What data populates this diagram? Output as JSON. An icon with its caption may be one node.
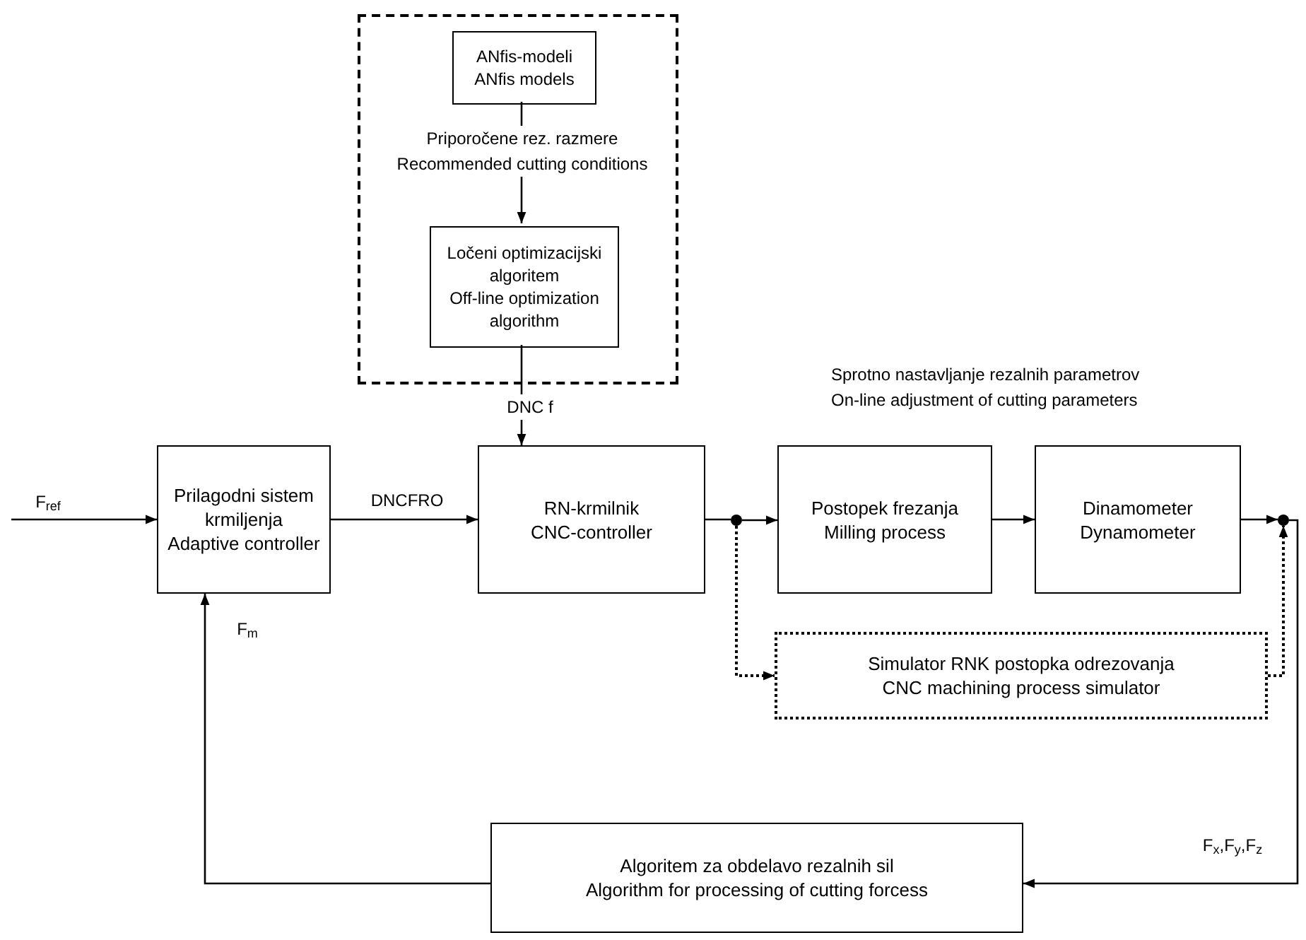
{
  "diagram": {
    "nodes": [
      {
        "text": [],
        "shape": "box"
      },
      {
        "text": [
          "ANfis-modeli",
          "ANfis models"
        ],
        "in": 0
      },
      {
        "text": [
          "Ločeni optimizacijski algoritem",
          "Off-line optimization algorithm"
        ],
        "in": 0
      },
      {
        "text": [
          "Prilagodni sistem krmiljenja",
          "Adaptive controller"
        ]
      },
      {
        "text": [
          "RN-krmilnik",
          "CNC-controller"
        ]
      },
      {
        "text": [
          "Postopek frezanja",
          "Milling process"
        ]
      },
      {
        "text": [
          "Dinamometer",
          "Dynamometer"
        ]
      },
      {
        "text": [
          "Simulator RNK postopka odrezovanja",
          "CNC machining process simulator"
        ]
      },
      {
        "text": [
          "Algoritem za obdelavo rezalnih sil",
          "Algorithm for processing of cutting forcess"
        ]
      },
      {
        "text": [],
        "shape": "circle"
      },
      {
        "text": [],
        "shape": "circle"
      }
    ],
    "edges": [
      {
        "from": null,
        "to": 3,
        "arrow": "to",
        "label": "F$_{ref}$"
      },
      {
        "from": 1,
        "to": 2,
        "arrow": "to",
        "label": "Priporočene rez. razmere Recommended cutting conditions"
      },
      {
        "from": 2,
        "to": 4,
        "arrow": "to",
        "label": "DNC f"
      },
      {
        "from": 3,
        "to": 4,
        "arrow": "to",
        "label": "DNCFRO"
      },
      {
        "from": 4,
        "to": 9,
        "arrow": "none"
      },
      {
        "from": 9,
        "to": 5,
        "arrow": "to"
      },
      {
        "from": 5,
        "to": 6,
        "arrow": "to"
      },
      {
        "from": 6,
        "to": 10,
        "arrow": "to"
      },
      {
        "from": 9,
        "to": 7,
        "arrow": "to",
        "style": "dashed"
      },
      {
        "from": 7,
        "to": 10,
        "arrow": "to",
        "style": "dashed"
      },
      {
        "from": 10,
        "to": 8,
        "arrow": "to",
        "label": "F$_{x}$,F$_{y}$,F$_{z}$"
      },
      {
        "from": 8,
        "to": 3,
        "arrow": "to",
        "label": "F$_{m}$"
      }
    ],
    "labels": [
      "Sprotno nastavljanje rezalnih parametrov",
      "On-line adjustment of cutting parameters"
    ]
  }
}
